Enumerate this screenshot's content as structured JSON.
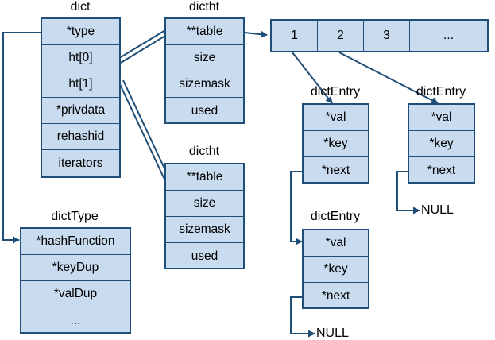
{
  "dict": {
    "title": "dict",
    "fields": [
      "*type",
      "ht[0]",
      "ht[1]",
      "*privdata",
      "rehashid",
      "iterators"
    ]
  },
  "dicttype": {
    "title": "dictType",
    "fields": [
      "*hashFunction",
      "*keyDup",
      "*valDup",
      "..."
    ]
  },
  "dictht0": {
    "title": "dictht",
    "fields": [
      "**table",
      "size",
      "sizemask",
      "used"
    ]
  },
  "dictht1": {
    "title": "dictht",
    "fields": [
      "**table",
      "size",
      "sizemask",
      "used"
    ]
  },
  "table": {
    "cells": [
      "1",
      "2",
      "3",
      "..."
    ]
  },
  "entry_a": {
    "title": "dictEntry",
    "fields": [
      "*val",
      "*key",
      "*next"
    ]
  },
  "entry_b": {
    "title": "dictEntry",
    "fields": [
      "*val",
      "*key",
      "*next"
    ]
  },
  "entry_c": {
    "title": "dictEntry",
    "fields": [
      "*val",
      "*key",
      "*next"
    ]
  },
  "null_labels": [
    "NULL",
    "NULL"
  ],
  "colors": {
    "box_fill": "#c9dcef",
    "border": "#1f4e79",
    "line": "#1f4e79"
  }
}
